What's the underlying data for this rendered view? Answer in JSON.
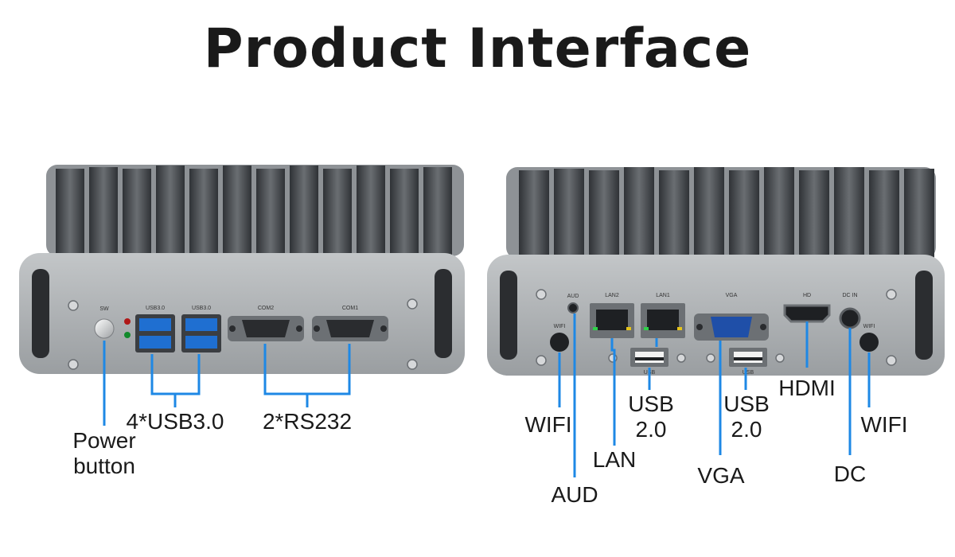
{
  "title": "Product Interface",
  "colors": {
    "accent": "#1e88e5",
    "chassis": "#a9adb0",
    "fins": "#4a4e52",
    "text": "#1a1a1a"
  },
  "front_panel": {
    "port_labels": {
      "sw": "SW",
      "usb_a": "USB3.0",
      "usb_b": "USB3.0",
      "com2": "COM2",
      "com1": "COM1"
    },
    "callouts": {
      "power": "Power\nbutton",
      "usb": "4*USB3.0",
      "rs232": "2*RS232"
    }
  },
  "rear_panel": {
    "port_labels": {
      "aud": "AUD",
      "wifi_l": "WIFI",
      "lan2": "LAN2",
      "lan1": "LAN1",
      "usb_l": "USB",
      "vga": "VGA",
      "usb_r": "USB",
      "hd": "HD",
      "dcin": "DC IN",
      "wifi_r": "WIFI"
    },
    "callouts": {
      "wifi_l": "WIFI",
      "aud": "AUD",
      "lan": "LAN",
      "usb_l": "USB\n2.0",
      "vga": "VGA",
      "usb_r": "USB\n2.0",
      "hdmi": "HDMI",
      "dc": "DC",
      "wifi_r": "WIFI"
    }
  }
}
